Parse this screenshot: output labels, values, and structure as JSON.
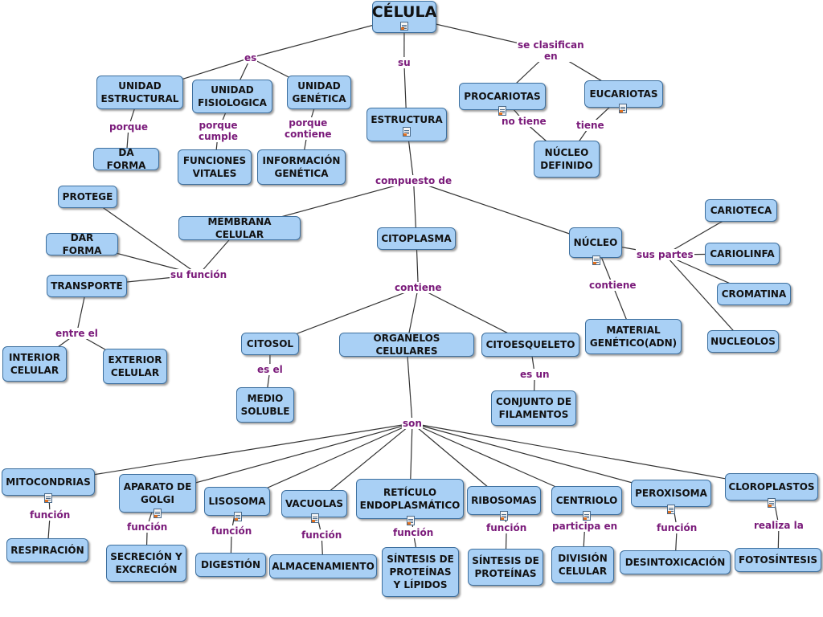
{
  "nodes": {
    "celula": "CÉLULA",
    "unidad_estructural": "UNIDAD\nESTRUCTURAL",
    "unidad_fisiologica": "UNIDAD\nFISIOLOGICA",
    "unidad_genetica": "UNIDAD\nGENÉTICA",
    "estructura": "ESTRUCTURA",
    "procariotas": "PROCARIOTAS",
    "eucariotas": "EUCARIOTAS",
    "da_forma": "DA FORMA",
    "funciones_vitales": "FUNCIONES\nVITALES",
    "informacion_genetica": "INFORMACIÓN\nGENÉTICA",
    "nucleo_definido": "NÚCLEO\nDEFINIDO",
    "protege": "PROTEGE",
    "dar_forma": "DAR FORMA",
    "transporte": "TRANSPORTE",
    "membrana_celular": "MEMBRANA CELULAR",
    "citoplasma": "CITOPLASMA",
    "nucleo": "NÚCLEO",
    "carioteca": "CARIOTECA",
    "cariolinfa": "CARIOLINFA",
    "cromatina": "CROMATINA",
    "nucleolos": "NUCLEOLOS",
    "material_genetico": "MATERIAL\nGENÉTICO(ADN)",
    "interior_celular": "INTERIOR\nCELULAR",
    "exterior_celular": "EXTERIOR\nCELULAR",
    "citosol": "CITOSOL",
    "organelos_celulares": "ORGANELOS CELULARES",
    "citoesqueleto": "CITOESQUELETO",
    "medio_soluble": "MEDIO\nSOLUBLE",
    "conjunto_filamentos": "CONJUNTO DE\nFILAMENTOS",
    "mitocondrias": "MITOCONDRIAS",
    "aparato_golgi": "APARATO DE\nGOLGI",
    "lisosoma": "LISOSOMA",
    "vacuolas": "VACUOLAS",
    "reticulo": "RETÍCULO\nENDOPLASMÁTICO",
    "ribosomas": "RIBOSOMAS",
    "centriolo": "CENTRIOLO",
    "peroxisoma": "PEROXISOMA",
    "cloroplastos": "CLOROPLASTOS",
    "respiracion": "RESPIRACIÓN",
    "secrecion": "SECRECIÓN Y\nEXCRECIÓN",
    "digestion": "DIGESTIÓN",
    "almacenamiento": "ALMACENAMIENTO",
    "sintesis_proteinas_lipidos": "SÍNTESIS DE\nPROTEÍNAS\nY LÍPIDOS",
    "sintesis_proteinas": "SÍNTESIS DE\nPROTEÍNAS",
    "division_celular": "DIVISIÓN\nCELULAR",
    "desintoxicacion": "DESINTOXICACIÓN",
    "fotosintesis": "FOTOSÍNTESIS"
  },
  "links": {
    "es": "es",
    "su": "su",
    "se_clasifican_en": "se clasifican\nen",
    "porque": "porque",
    "porque_cumple": "porque\ncumple",
    "porque_contiene": "porque\ncontiene",
    "no_tiene": "no tiene",
    "tiene": "tiene",
    "compuesto_de": "compuesto de",
    "su_funcion": "su función",
    "sus_partes": "sus partes",
    "contiene_nucleo": "contiene",
    "contiene_citoplasma": "contiene",
    "entre_el": "entre el",
    "es_el": "es el",
    "es_un": "es un",
    "son": "son",
    "funcion_mito": "función",
    "funcion_golgi": "función",
    "funcion_liso": "función",
    "funcion_vacu": "función",
    "funcion_reti": "función",
    "funcion_ribo": "función",
    "participa_en": "participa en",
    "funcion_perox": "función",
    "realiza_la": "realiza la"
  },
  "colors": {
    "node_fill": "#a9d0f5",
    "node_border": "#3d6f9e",
    "link_text": "#7a1a7a",
    "line": "#333333"
  }
}
